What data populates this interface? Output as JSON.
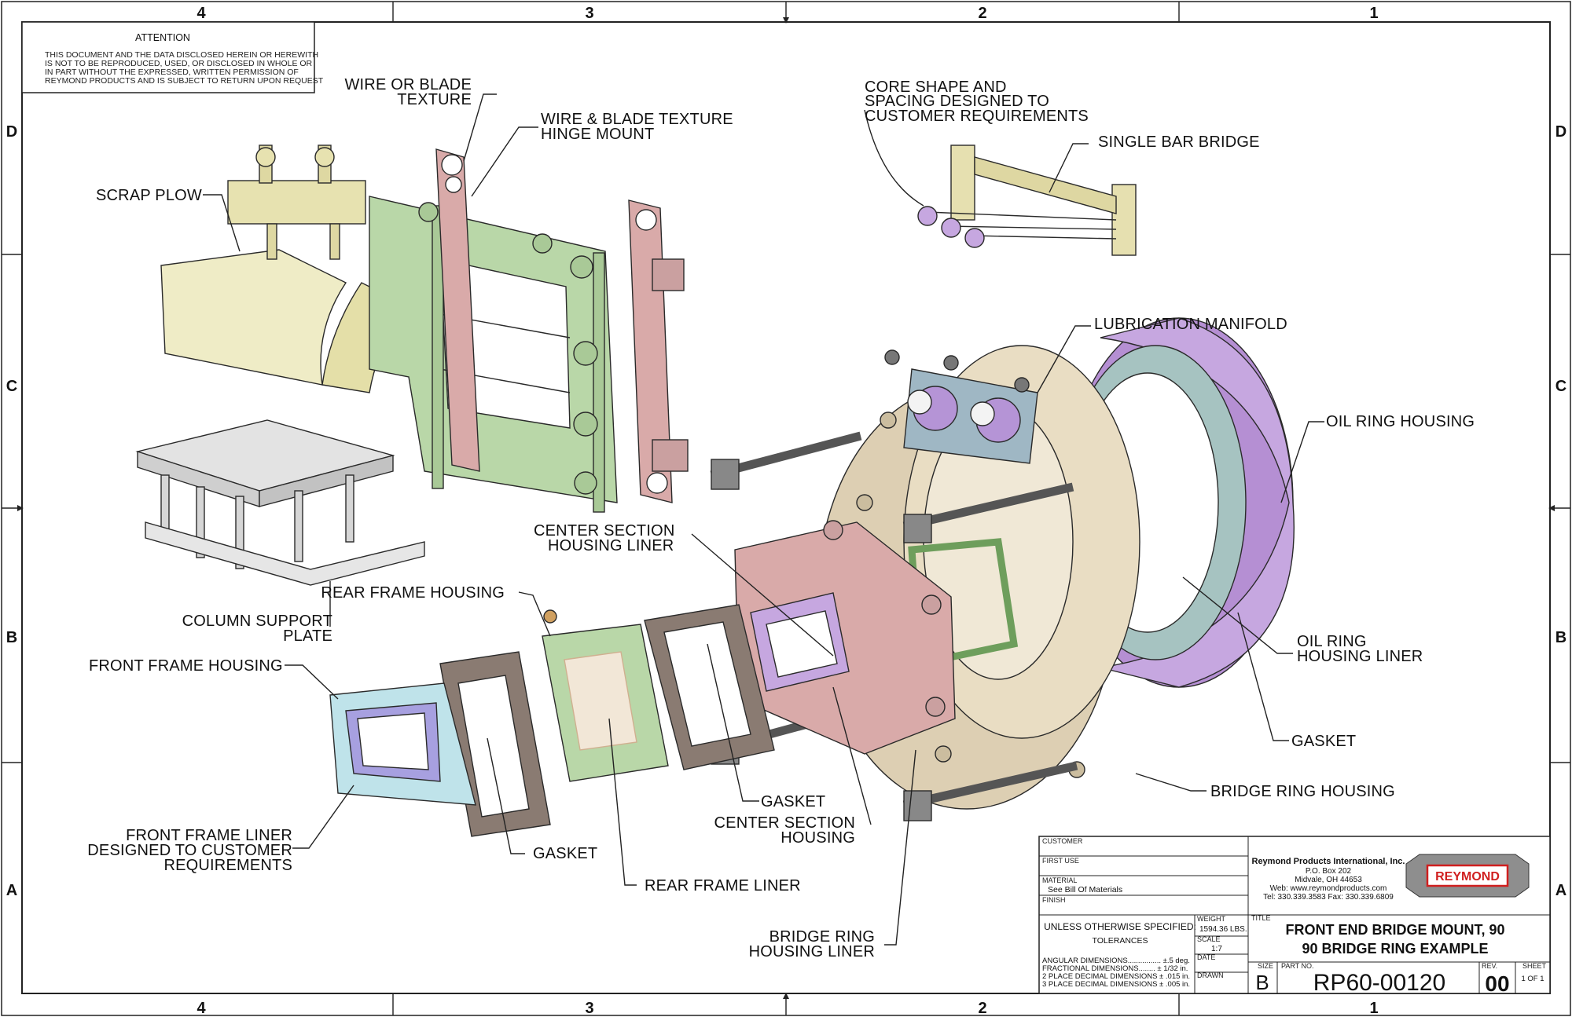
{
  "zones": {
    "columns": [
      "4",
      "3",
      "2",
      "1"
    ],
    "rows": [
      "D",
      "C",
      "B",
      "A"
    ]
  },
  "attention": {
    "title": "ATTENTION",
    "lines": [
      "THIS DOCUMENT AND THE DATA DISCLOSED HEREIN OR HEREWITH",
      "IS NOT TO BE REPRODUCED, USED, OR DISCLOSED IN WHOLE OR",
      "IN PART WITHOUT THE EXPRESSED, WRITTEN PERMISSION OF",
      "REYMOND PRODUCTS AND IS SUBJECT TO RETURN UPON REQUEST"
    ]
  },
  "callouts": {
    "wire_blade_texture": [
      "WIRE OR BLADE",
      "TEXTURE"
    ],
    "hinge_mount": [
      "WIRE & BLADE TEXTURE",
      "HINGE MOUNT"
    ],
    "scrap_plow": [
      "SCRAP PLOW"
    ],
    "core_shape": [
      "CORE SHAPE AND",
      "SPACING DESIGNED TO",
      "CUSTOMER REQUIREMENTS"
    ],
    "single_bar_bridge": [
      "SINGLE BAR BRIDGE"
    ],
    "lubrication_manifold": [
      "LUBRICATION MANIFOLD"
    ],
    "oil_ring_housing": [
      "OIL RING HOUSING"
    ],
    "center_section_liner": [
      "CENTER SECTION",
      "HOUSING LINER"
    ],
    "rear_frame_housing": [
      "REAR FRAME HOUSING"
    ],
    "column_support_plate": [
      "COLUMN SUPPORT",
      "PLATE"
    ],
    "front_frame_housing": [
      "FRONT FRAME HOUSING"
    ],
    "oil_ring_housing_liner": [
      "OIL RING",
      "HOUSING LINER"
    ],
    "gasket_right": [
      "GASKET"
    ],
    "bridge_ring_housing": [
      "BRIDGE RING HOUSING"
    ],
    "gasket_center": [
      "GASKET"
    ],
    "center_section_housing": [
      "CENTER SECTION",
      "HOUSING"
    ],
    "front_frame_liner": [
      "FRONT FRAME LINER",
      "DESIGNED TO CUSTOMER",
      "REQUIREMENTS"
    ],
    "gasket_left": [
      "GASKET"
    ],
    "rear_frame_liner": [
      "REAR FRAME LINER"
    ],
    "bridge_ring_housing_liner": [
      "BRIDGE RING",
      "HOUSING LINER"
    ]
  },
  "title_block": {
    "customer_label": "CUSTOMER",
    "first_use_label": "FIRST USE",
    "material_label": "MATERIAL",
    "material_value": "See Bill Of Materials",
    "finish_label": "FINISH",
    "unless": "UNLESS OTHERWISE SPECIFIED:",
    "tolerances": "TOLERANCES",
    "tol_lines": [
      "ANGULAR DIMENSIONS................ ±.5  deg.",
      "FRACTIONAL DIMENSIONS........ ± 1/32  in.",
      "2 PLACE DECIMAL DIMENSIONS ± .015 in.",
      "3 PLACE DECIMAL DIMENSIONS ± .005 in."
    ],
    "weight_label": "WEIGHT",
    "weight_value": "1594.36 LBS.",
    "scale_label": "SCALE",
    "scale_value": "1:7",
    "date_label": "DATE",
    "drawn_label": "DRAWN",
    "company_lines": [
      "Reymond Products International, Inc.",
      "P.O. Box 202",
      "Midvale, OH 44653",
      "Web: www.reymondproducts.com",
      "Tel: 330.339.3583      Fax: 330.339.6809"
    ],
    "logo_text": "REYMOND",
    "title_label": "TITLE",
    "title_lines": [
      "FRONT END BRIDGE MOUNT, 90",
      "90 BRIDGE RING EXAMPLE"
    ],
    "size_label": "SIZE",
    "size_value": "B",
    "part_label": "PART NO.",
    "part_value": "RP60-00120",
    "rev_label": "REV.",
    "rev_value": "00",
    "sheet_label": "SHEET",
    "sheet_value": "1 OF 1"
  },
  "colors": {
    "green": "#b9d7a8",
    "pink": "#d9aaa9",
    "cream": "#eeebc2",
    "lavender": "#c6a7e0",
    "tan": "#ddcfb3",
    "cyan": "#bfe3ea",
    "gasket": "#8a7b72",
    "steel": "#5b5b5b",
    "logo_red": "#d01f1f"
  }
}
